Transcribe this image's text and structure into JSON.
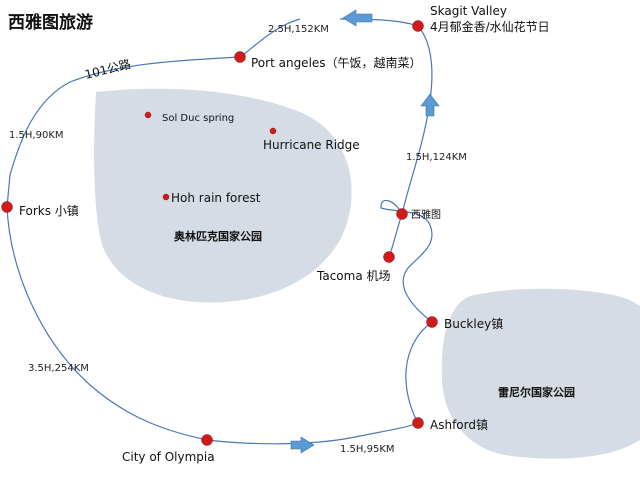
{
  "title": "西雅图旅游",
  "colors": {
    "route_line": "#4a78b5",
    "marker": "#d11a1a",
    "park_fill": "#d6dce5",
    "arrow_fill": "#5b9bd5"
  },
  "parks": {
    "olympic": "奥林匹克国家公园",
    "rainier": "雷尼尔国家公园"
  },
  "places": {
    "skagit_line1": "Skagit Valley",
    "skagit_line2": "4月郁金香/水仙花节日",
    "port_angeles": "Port angeles（午饭，越南菜）",
    "sol_duc": "Sol Duc spring",
    "hurricane_ridge": "Hurricane Ridge",
    "hoh": "Hoh rain forest",
    "forks": "Forks 小镇",
    "seattle": "西雅图",
    "tacoma": "Tacoma 机场",
    "buckley": "Buckley镇",
    "ashford": "Ashford镇",
    "olympia": "City of Olympia"
  },
  "segments": {
    "skagit_to_port": "2.5H,152KM",
    "highway_101": "101公路",
    "port_to_forks": "1.5H,90KM",
    "seattle_to_skagit": "1.5H,124KM",
    "forks_to_olympia": "3.5H,254KM",
    "olympia_to_ashford": "1.5H,95KM"
  }
}
